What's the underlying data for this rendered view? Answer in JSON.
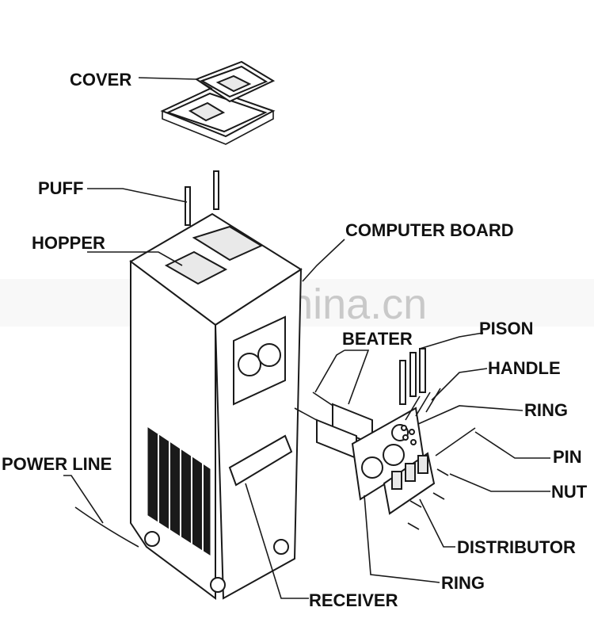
{
  "labels": {
    "cover": "COVER",
    "puff": "PUFF",
    "hopper": "HOPPER",
    "computer_board": "COMPUTER BOARD",
    "beater": "BEATER",
    "pison": "PISON",
    "handle": "HANDLE",
    "ring_top": "RING",
    "pin": "PIN",
    "nut": "NUT",
    "distributor": "DISTRIBUTOR",
    "ring_bottom": "RING",
    "receiver": "RECEIVER",
    "power_line": "POWER LINE"
  },
  "watermark": {
    "main": "trade.china.cn"
  },
  "colors": {
    "line": "#1a1a1a",
    "watermark": "#c9c9c9",
    "background": "#ffffff"
  }
}
